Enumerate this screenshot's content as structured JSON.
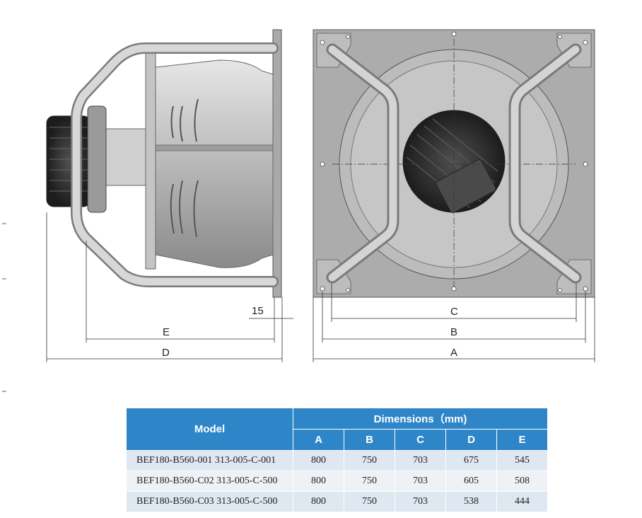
{
  "dimension_labels": {
    "flange": "15",
    "side_E": "E",
    "side_D": "D",
    "front_C": "C",
    "front_B": "B",
    "front_A": "A"
  },
  "table": {
    "header_model": "Model",
    "header_dimensions": "Dimensions（mm)",
    "columns": [
      "A",
      "B",
      "C",
      "D",
      "E"
    ],
    "rows": [
      {
        "model": "BEF180-B560-001 313-005-C-001",
        "values": [
          "800",
          "750",
          "703",
          "675",
          "545"
        ]
      },
      {
        "model": "BEF180-B560-C02 313-005-C-500",
        "values": [
          "800",
          "750",
          "703",
          "605",
          "508"
        ]
      },
      {
        "model": "BEF180-B560-C03 313-005-C-500",
        "values": [
          "800",
          "750",
          "703",
          "538",
          "444"
        ]
      }
    ]
  }
}
